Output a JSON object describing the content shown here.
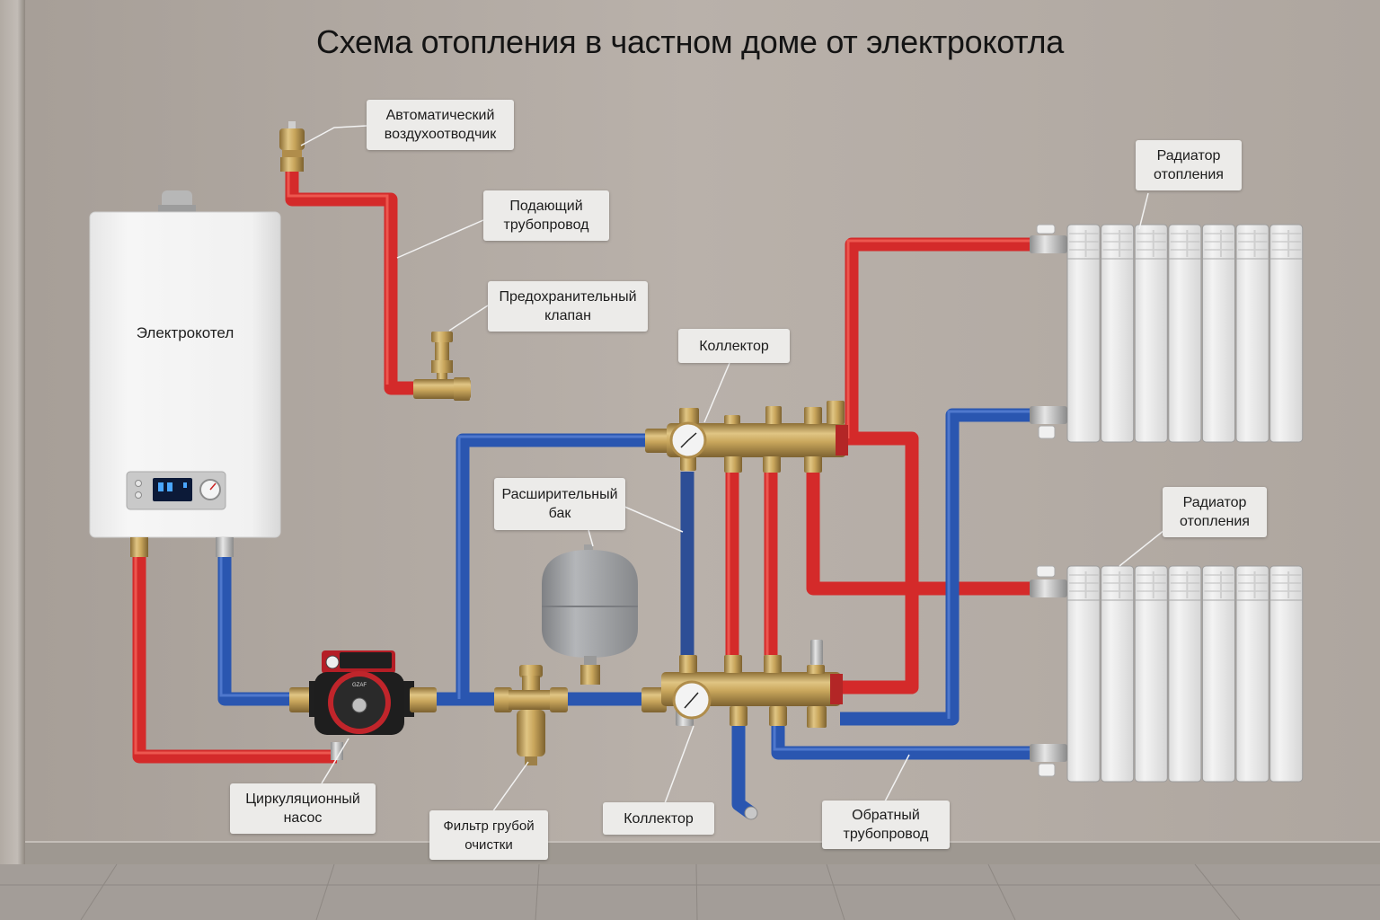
{
  "title": "Схема отопления в частном доме от электрокотла",
  "colors": {
    "wall": "#b4aca5",
    "floor": "#a39d98",
    "supply_pipe": "#d42a2a",
    "return_pipe": "#2a56b0",
    "brass": "#c4a15a",
    "label_bg": "#ecebe9",
    "boiler_body": "#f2f2f2",
    "expansion_tank": "#9a9c9f"
  },
  "boiler": {
    "label": "Электрокотел",
    "display_icon": "lcd-display-icon",
    "gauge_icon": "pressure-gauge-icon"
  },
  "labels": {
    "air_vent": [
      "Автоматический",
      "воздухоотводчик"
    ],
    "supply_pipe": [
      "Подающий",
      "трубопровод"
    ],
    "safety_valve": [
      "Предохранительный",
      "клапан"
    ],
    "collector_top": [
      "Коллектор"
    ],
    "expansion_tank": [
      "Расширительный",
      "бак"
    ],
    "radiator_top": [
      "Радиатор",
      "отопления"
    ],
    "radiator_bottom": [
      "Радиатор",
      "отопления"
    ],
    "pump": [
      "Циркуляционный",
      "насос"
    ],
    "filter": [
      "Фильтр грубой",
      "очистки"
    ],
    "collector_bottom": [
      "Коллектор"
    ],
    "return_pipe": [
      "Обратный",
      "трубопровод"
    ]
  },
  "radiators": [
    {
      "name": "radiator-top",
      "sections": 7
    },
    {
      "name": "radiator-bottom",
      "sections": 7
    }
  ]
}
